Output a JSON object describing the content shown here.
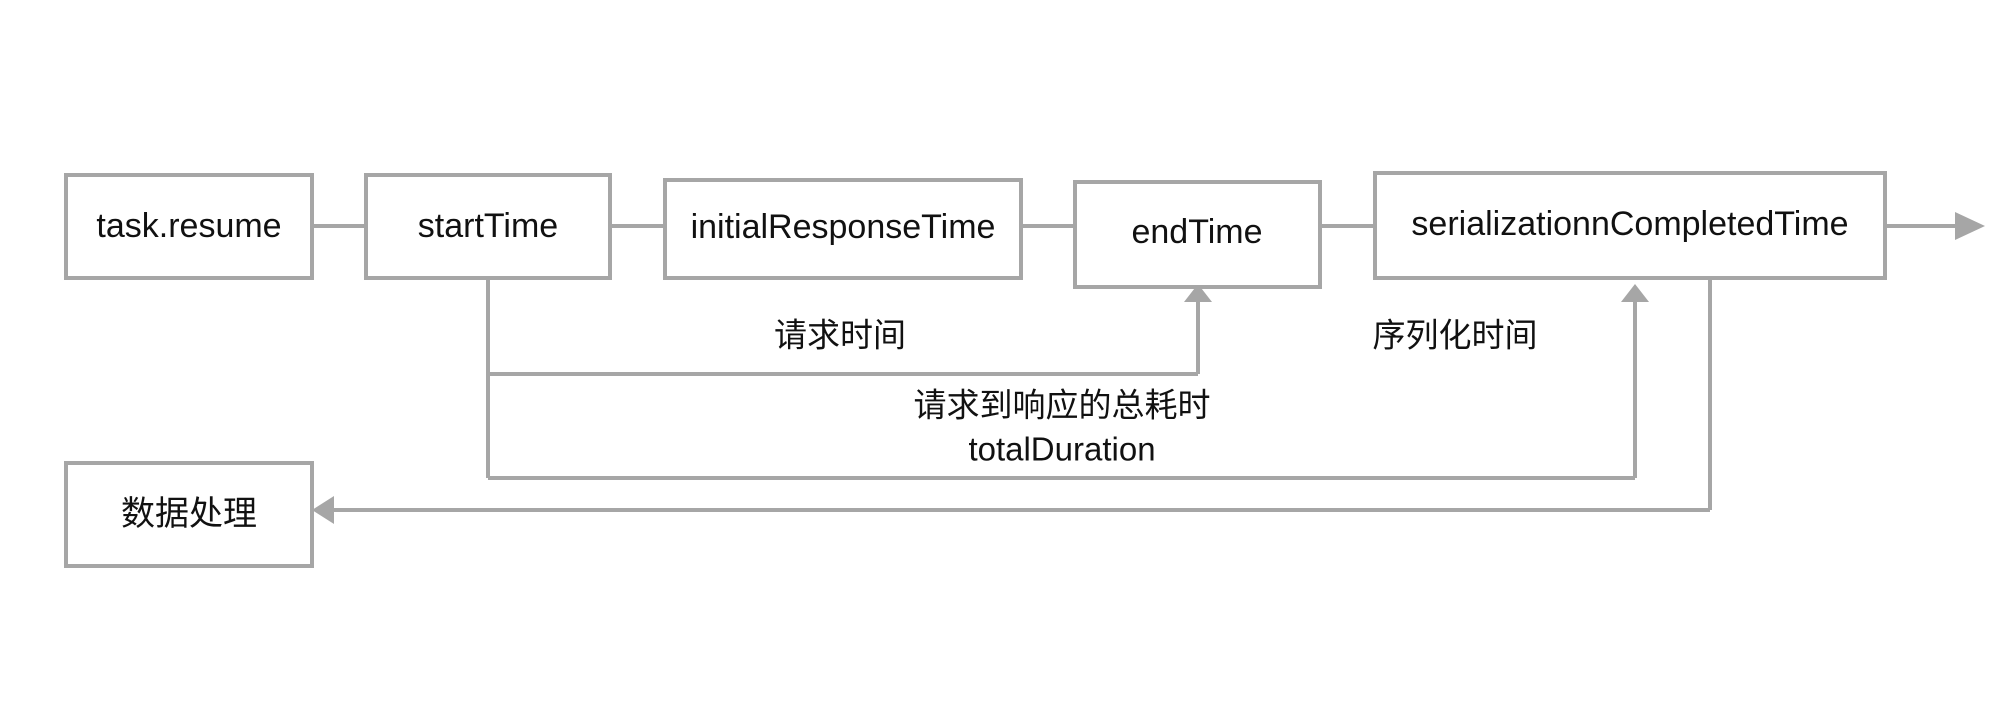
{
  "diagram": {
    "title": "Network request timing flow",
    "theme": {
      "background": "#ffffff",
      "stroke": "#a6a6a6",
      "node_fill": "#ffffff",
      "text": "#111111"
    },
    "nodes": [
      {
        "id": "task-resume",
        "label": "task.resume"
      },
      {
        "id": "start-time",
        "label": "startTime"
      },
      {
        "id": "initial-resp",
        "label": "initialResponseTime"
      },
      {
        "id": "end-time",
        "label": "endTime"
      },
      {
        "id": "serialization",
        "label": "serializationnCompletedTime"
      },
      {
        "id": "data-process",
        "label": "数据处理"
      }
    ],
    "edge_labels": [
      {
        "id": "request-time",
        "label": "请求时间"
      },
      {
        "id": "serialization-time",
        "label": "序列化时间"
      },
      {
        "id": "total-duration-cn",
        "label": "请求到响应的总耗时"
      },
      {
        "id": "total-duration-en",
        "label": "totalDuration"
      }
    ]
  }
}
